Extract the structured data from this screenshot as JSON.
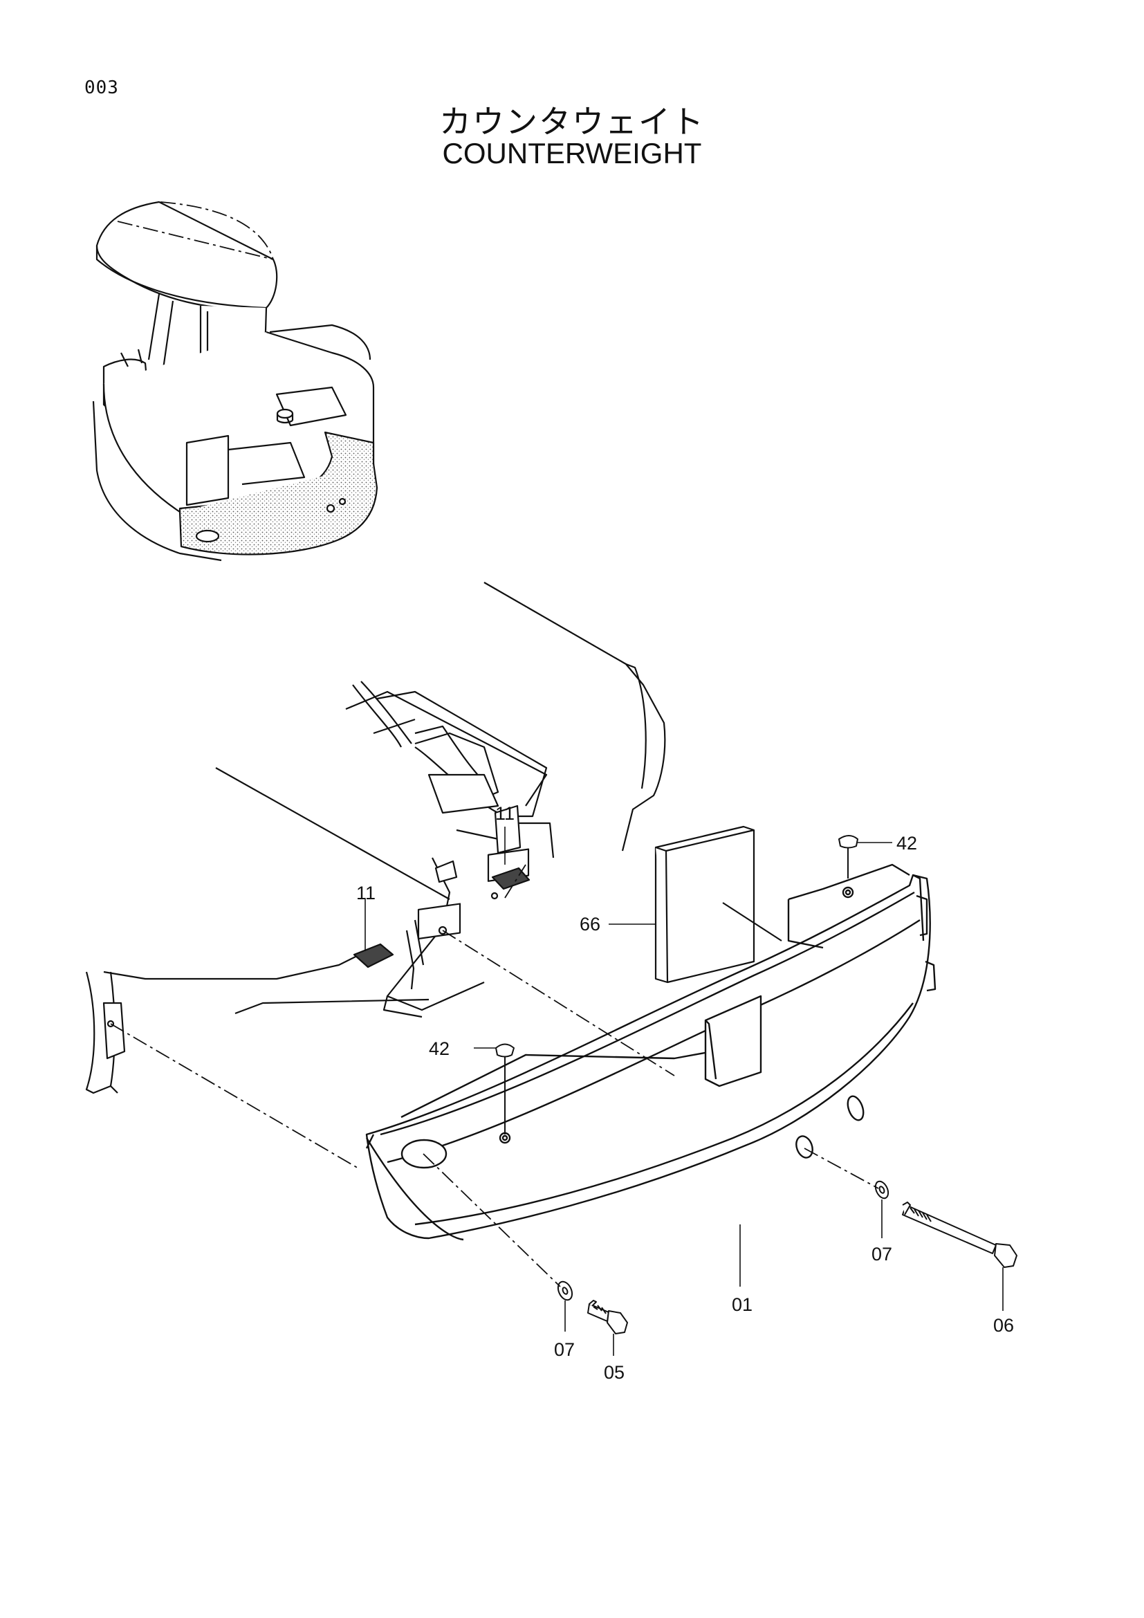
{
  "page_number": "003",
  "title_jp": "カウンタウェイト",
  "title_en": "COUNTERWEIGHT",
  "callouts": {
    "c01": "01",
    "c05": "05",
    "c06": "06",
    "c07_left": "07",
    "c07_right": "07",
    "c11_left": "11",
    "c11_upper": "11",
    "c42_left": "42",
    "c42_right": "42",
    "c66": "66"
  }
}
